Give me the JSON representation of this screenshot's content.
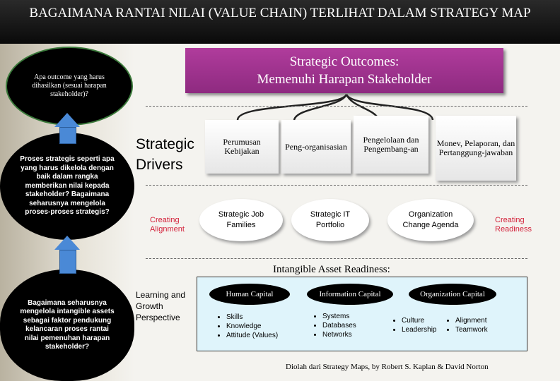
{
  "title": "BAGAIMANA RANTAI NILAI (VALUE CHAIN) TERLIHAT DALAM STRATEGY MAP",
  "left": {
    "q1": "Apa outcome yang harus dihasilkan (sesuai harapan stakeholder)?",
    "q2": "Proses strategis seperti apa yang harus dikelola dengan baik dalam rangka memberikan nilai kepada stakeholder? Bagaimana seharusnya mengelola proses-proses strategis?",
    "q3": "Bagaimana seharusnya mengelola intangible assets sebagai faktor pendukung kelancaran proses rantai nilai pemenuhan harapan stakeholder?"
  },
  "outcome": {
    "line1": "Strategic Outcomes:",
    "line2": "Memenuhi Harapan Stakeholder"
  },
  "drivers": {
    "label_line1": "Strategic",
    "label_line2": "Drivers",
    "cards": [
      "Perumusan Kebijakan",
      "Peng-organisasian",
      "Pengelolaan dan Pengembang-an",
      "Monev, Pelaporan, dan Pertanggung-jawaban"
    ]
  },
  "alignment": {
    "creating_alignment_1": "Creating",
    "creating_alignment_2": "Alignment",
    "ovals": [
      "Strategic Job Families",
      "Strategic IT Portfolio",
      "Organization Change Agenda"
    ],
    "creating_readiness_1": "Creating",
    "creating_readiness_2": "Readiness"
  },
  "readiness": {
    "heading": "Intangible Asset Readiness:",
    "learning_1": "Learning and",
    "learning_2": "Growth",
    "learning_3": "Perspective",
    "human": {
      "label": "Human Capital",
      "items": [
        "Skills",
        "Knowledge",
        "Attitude (Values)"
      ]
    },
    "information": {
      "label": "Information Capital",
      "items": [
        "Systems",
        "Databases",
        "Networks"
      ]
    },
    "organization": {
      "label": "Organization Capital",
      "items_left": [
        "Culture",
        "Leadership"
      ],
      "items_right": [
        "Alignment",
        "Teamwork"
      ]
    }
  },
  "source": "Diolah dari Strategy Maps, by Robert S. Kaplan & David Norton",
  "colors": {
    "outcome": "#a0348f",
    "arrow": "#4a89d6",
    "red": "#d3213a",
    "readiness_bg": "#dff4fb"
  }
}
